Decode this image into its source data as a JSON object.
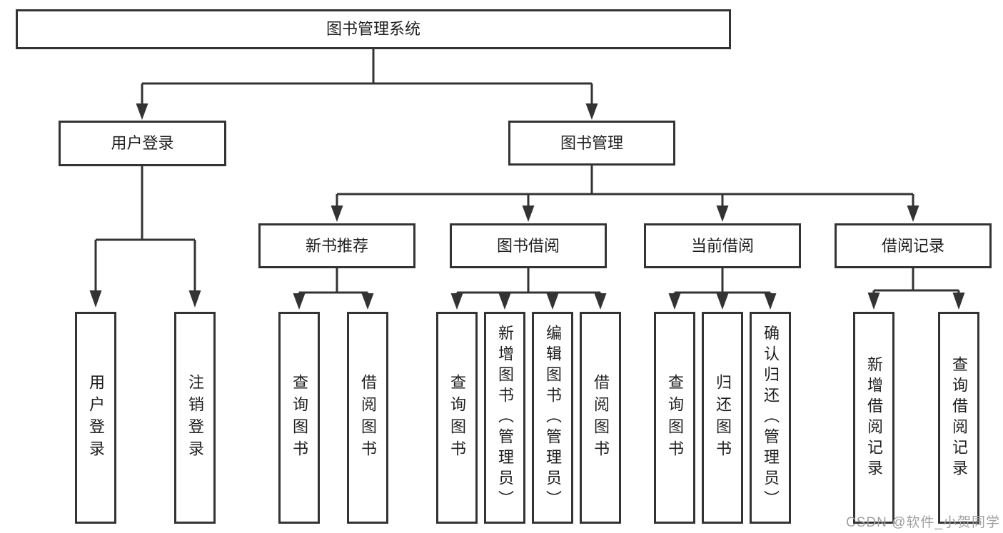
{
  "diagram": {
    "title": "图书管理系统",
    "root": {
      "label": "图书管理系统",
      "children": [
        {
          "label": "用户登录",
          "children": [
            {
              "label": "用户登录"
            },
            {
              "label": "注销登录"
            }
          ]
        },
        {
          "label": "图书管理",
          "children": [
            {
              "label": "新书推荐",
              "children": [
                {
                  "label": "查询图书"
                },
                {
                  "label": "借阅图书"
                }
              ]
            },
            {
              "label": "图书借阅",
              "children": [
                {
                  "label": "查询图书"
                },
                {
                  "label": "新增图书（管理员）"
                },
                {
                  "label": "编辑图书（管理员）"
                },
                {
                  "label": "借阅图书"
                }
              ]
            },
            {
              "label": "当前借阅",
              "children": [
                {
                  "label": "查询图书"
                },
                {
                  "label": "归还图书"
                },
                {
                  "label": "确认归还（管理员）"
                }
              ]
            },
            {
              "label": "借阅记录",
              "children": [
                {
                  "label": "新增借阅记录"
                },
                {
                  "label": "查询借阅记录"
                }
              ]
            }
          ]
        }
      ]
    }
  },
  "watermark": {
    "text": "CSDN @软件_小贺同学"
  },
  "colors": {
    "line": "#333333",
    "box_border": "#333333",
    "text": "#1f1f1f",
    "background": "#ffffff",
    "watermark": "#a0a0a0"
  }
}
